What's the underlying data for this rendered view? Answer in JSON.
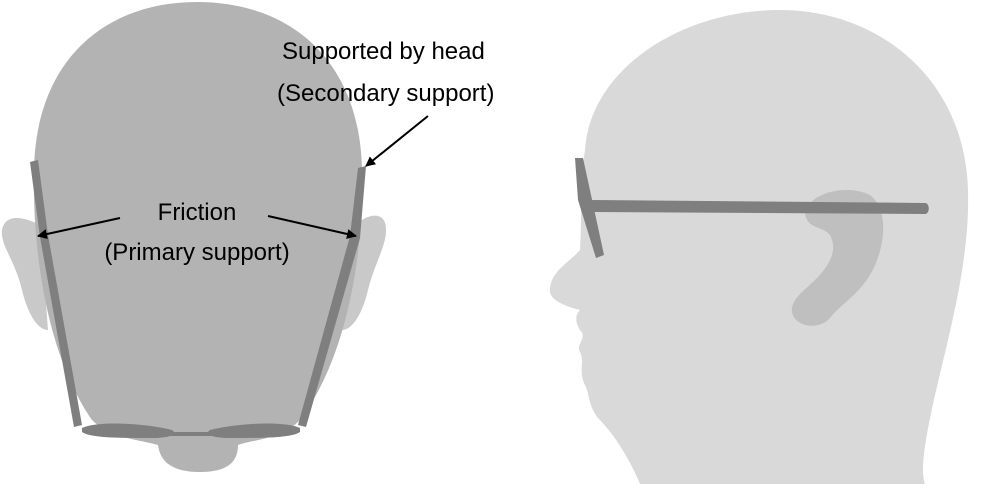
{
  "labels": {
    "secondary_line1": "Supported by head",
    "secondary_line2": "(Secondary support)",
    "primary_line1": "Friction",
    "primary_line2": "(Primary support)"
  },
  "colors": {
    "back_head": "#b3b3b3",
    "back_ears": "#c9c9c9",
    "side_head": "#d9d9d9",
    "side_ear": "#bfbfbf",
    "glasses": "#7f7f7f",
    "arrow": "#000000"
  }
}
